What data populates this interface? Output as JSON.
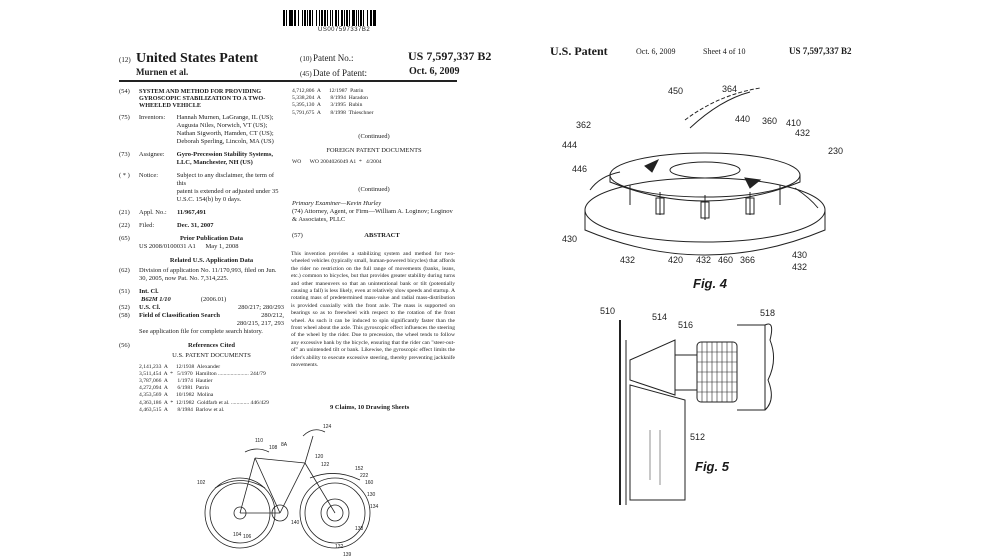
{
  "left_page": {
    "barcode_number": "US007597337B2",
    "code_12": "(12)",
    "title": "United States Patent",
    "inventor_short": "Murnen et al.",
    "patent_no_code": "(10)",
    "patent_no_label": "Patent No.:",
    "patent_no_value": "US 7,597,337 B2",
    "date_code": "(45)",
    "date_label": "Date of Patent:",
    "date_value": "Oct. 6, 2009",
    "fields": [
      {
        "code": "(54)",
        "text": "SYSTEM AND METHOD FOR PROVIDING GYROSCOPIC STABILIZATION TO A TWO-WHEELED VEHICLE"
      },
      {
        "code": "(75)",
        "label": "Inventors:",
        "lines": [
          "Hannah Murnen, LaGrange, IL (US);",
          "Augusta Niles, Norwich, VT (US);",
          "Nathan Sigworth, Hamden, CT (US);",
          "Deborah Sperling, Lincoln, MA (US)"
        ]
      },
      {
        "code": "(73)",
        "label": "Assignee:",
        "lines": [
          "Gyro-Precession Stability Systems,",
          "LLC, Manchester, NH (US)"
        ]
      },
      {
        "code": "( * )",
        "label": "Notice:",
        "lines": [
          "Subject to any disclaimer, the term of this",
          "patent is extended or adjusted under 35",
          "U.S.C. 154(b) by 0 days."
        ]
      },
      {
        "code": "(21)",
        "label": "Appl. No.:",
        "value": "11/967,491"
      },
      {
        "code": "(22)",
        "label": "Filed:",
        "value": "Dec. 31, 2007"
      }
    ],
    "prior_pub": {
      "code": "(65)",
      "heading": "Prior Publication Data",
      "entry": "US 2008/0100031 A1      May 1, 2008"
    },
    "related": {
      "heading": "Related U.S. Application Data",
      "code": "(62)",
      "lines": [
        "Division of application No. 11/170,993, filed on Jun.",
        "30, 2005, now Pat. No. 7,314,225."
      ]
    },
    "int_cl": {
      "code": "(51)",
      "label": "Int. Cl.",
      "value": "B62M 1/10",
      "date": "(2006.01)"
    },
    "us_cl": {
      "code": "(52)",
      "label": "U.S. Cl.",
      "value": "280/217; 280/293"
    },
    "field_search": {
      "code": "(58)",
      "label": "Field of Classification Search",
      "lines": [
        "280/212,",
        "280/215, 217, 293"
      ],
      "note": "See application file for complete search history."
    },
    "refs_cited": {
      "code": "(56)",
      "heading": "References Cited",
      "sub": "U.S. PATENT DOCUMENTS"
    },
    "us_refs": [
      "2,141,233  A      12/1938  Alexander",
      "3,511,454  A  *   5/1970  Hamilton ...................... 244/79",
      "3,787,066  A       1/1974  Hautier",
      "4,272,094  A       6/1981  Patrin",
      "4,353,569  A      10/1982  Molina",
      "4,363,186  A  *  12/1982  Goldfarb et al. ............. 446/429",
      "4,463,515  A       8/1984  Barlow et al."
    ],
    "us_refs_cont": [
      "4,712,806  A      12/1987  Patrin",
      "5,338,204  A       8/1994  Haradon",
      "5,395,130  A       3/1995  Rubin",
      "5,791,675  A       8/1998  Thieschner"
    ],
    "continued1": "(Continued)",
    "foreign_heading": "FOREIGN PATENT DOCUMENTS",
    "foreign_ref": "WO      WO 2004026049 A1  *   4/2004",
    "continued2": "(Continued)",
    "examiner": "Primary Examiner—Kevin Hurley",
    "attorney_lines": [
      "(74) Attorney, Agent, or Firm—William A. Loginov; Loginov",
      "& Associates, PLLC"
    ],
    "abstract_code": "(57)",
    "abstract_heading": "ABSTRACT",
    "abstract_text": "This invention provides a stabilizing system and method for two-wheeled vehicles (typically small, human-powered bicycles) that affords the rider no restriction on the full range of movements (banks, leans, etc.) common to bicycles, but that provides greater stability during turns and other maneuvers so that an unintentional bank or tilt (potentially causing a fall) is less likely, even at relatively slow speeds and startup. A rotating mass of predetermined mass-value and radial mass-distribution is provided coaxially with the front axle. The mass is supported on bearings so as to freewheel with respect to the rotation of the front wheel. As such it can be induced to spin significantly faster than the front wheel about the axle. This gyroscopic effect influences the steering of the wheel by the rider. Due to precession, the wheel tends to follow any excessive bank by the bicycle, ensuring that the rider can \"steer-out-of\" an unintended tilt or bank. Likewise, the gyroscopic effect limits the rider's ability to execute excessive steering, thereby preventing jackknife movements.",
    "claims": "9 Claims, 10 Drawing Sheets",
    "bike_callouts": [
      "124",
      "110",
      "108",
      "8A",
      "120",
      "122",
      "152",
      "222",
      "160",
      "130",
      "134",
      "102",
      "140",
      "138",
      "132",
      "104",
      "106",
      "139"
    ]
  },
  "right_page": {
    "title": "U.S. Patent",
    "date": "Oct. 6, 2009",
    "sheet": "Sheet 4 of 10",
    "patent_no": "US 7,597,337 B2",
    "fig4": {
      "label": "Fig. 4",
      "callouts": [
        "450",
        "364",
        "362",
        "440",
        "360",
        "410",
        "432",
        "444",
        "230",
        "446",
        "430",
        "432",
        "420",
        "432",
        "460",
        "366",
        "430",
        "432"
      ]
    },
    "fig5": {
      "label": "Fig. 5",
      "callouts": [
        "510",
        "514",
        "516",
        "518",
        "512"
      ]
    }
  }
}
